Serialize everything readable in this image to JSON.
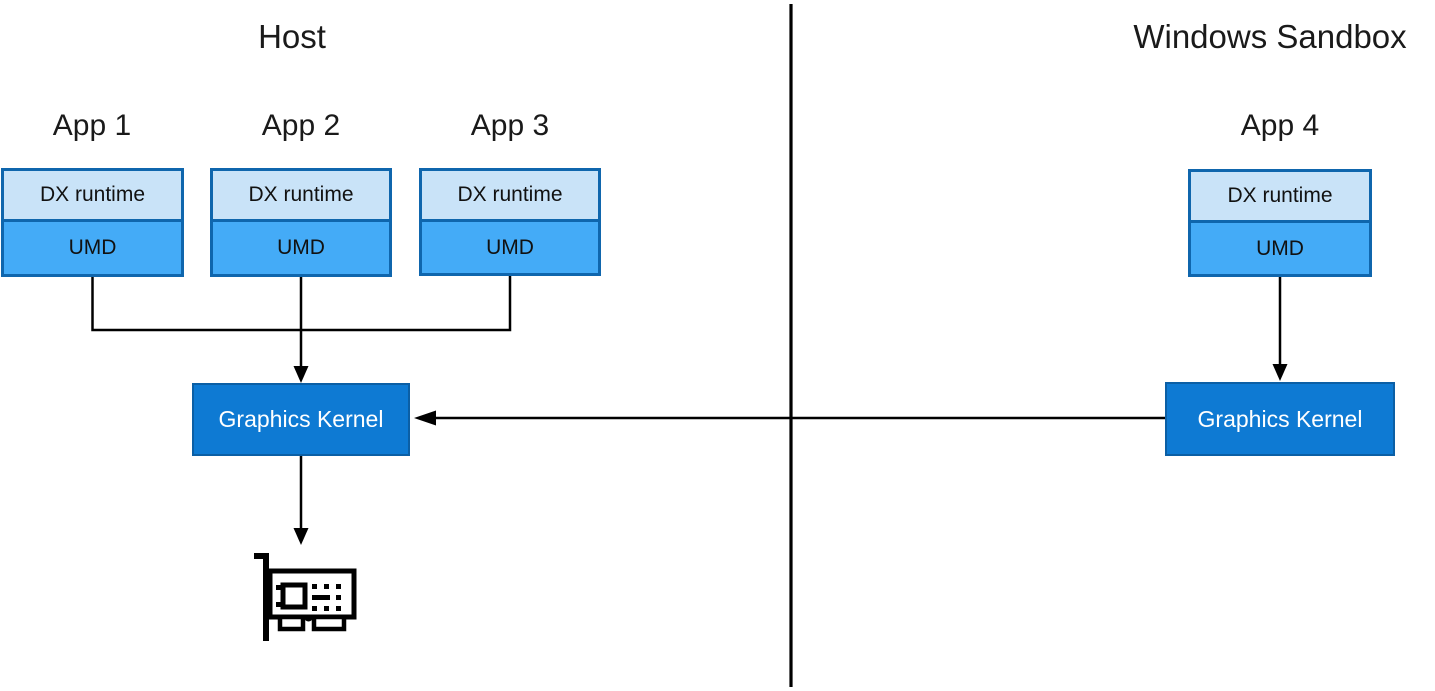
{
  "host": {
    "title": "Host",
    "apps": [
      {
        "label": "App 1",
        "layers": [
          "DX runtime",
          "UMD"
        ]
      },
      {
        "label": "App 2",
        "layers": [
          "DX runtime",
          "UMD"
        ]
      },
      {
        "label": "App 3",
        "layers": [
          "DX runtime",
          "UMD"
        ]
      }
    ],
    "graphics_kernel": "Graphics Kernel",
    "gpu_icon": "gpu-card-icon"
  },
  "sandbox": {
    "title": "Windows Sandbox",
    "apps": [
      {
        "label": "App 4",
        "layers": [
          "DX runtime",
          "UMD"
        ]
      }
    ],
    "graphics_kernel": "Graphics Kernel"
  },
  "colors": {
    "dx_runtime_fill": "#c9e3f8",
    "umd_fill": "#44abf7",
    "app_box_border": "#0f66ad",
    "kernel_fill": "#0e7ad3",
    "kernel_border": "#0b5fa5",
    "connector_line": "#000000",
    "background": "#ffffff"
  }
}
